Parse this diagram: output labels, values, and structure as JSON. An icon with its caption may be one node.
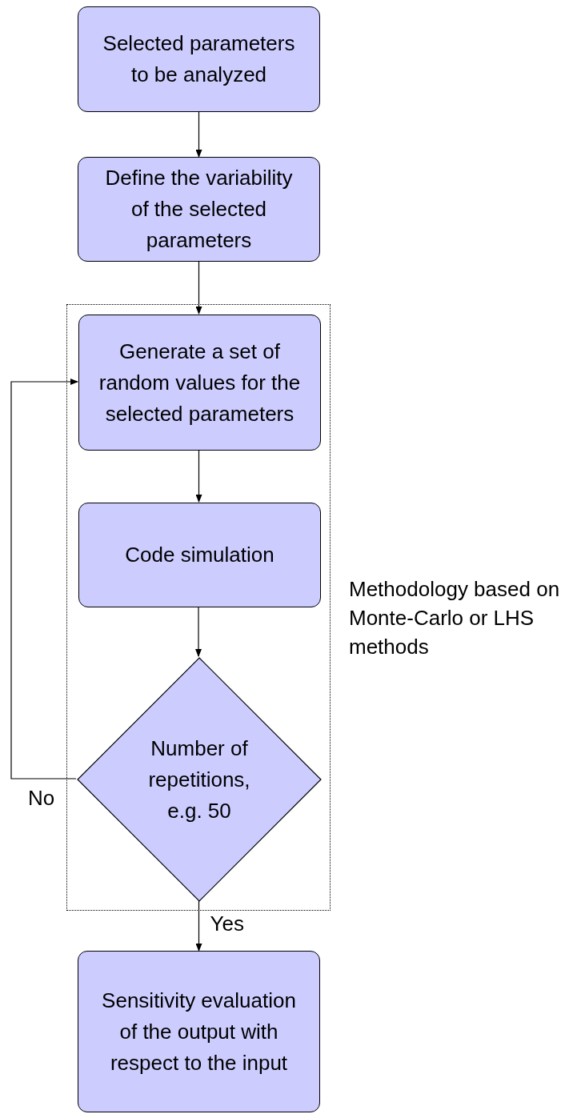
{
  "diagram": {
    "nodes": [
      {
        "text": [
          "Selected parameters to be analyzed"
        ]
      },
      {
        "text": [
          "Define the variability of the selected parameters"
        ]
      },
      {
        "text": [],
        "shape": "box",
        "beside": [
          "Methodology based on Monte-Carlo or LHS methods"
        ]
      },
      {
        "text": [
          "Generate a set of random values for the selected parameters"
        ],
        "in": 2
      },
      {
        "text": [
          "Code simulation"
        ],
        "in": 2
      },
      {
        "text": [
          "Number of repetitions, e.g. 50"
        ],
        "in": 2
      },
      {
        "text": [
          "Sensitivity evaluation of the output with respect to the input"
        ]
      }
    ],
    "edges": [
      {
        "from": 0,
        "to": 1,
        "arrow": "to"
      },
      {
        "from": 1,
        "to": 3,
        "arrow": "to"
      },
      {
        "from": 3,
        "to": 4,
        "arrow": "to"
      },
      {
        "from": 4,
        "to": 5,
        "arrow": "to"
      },
      {
        "from": 5,
        "to": 3,
        "arrow": "to",
        "label": "No"
      },
      {
        "from": 5,
        "to": 6,
        "arrow": "to",
        "label": "Yes"
      }
    ]
  }
}
